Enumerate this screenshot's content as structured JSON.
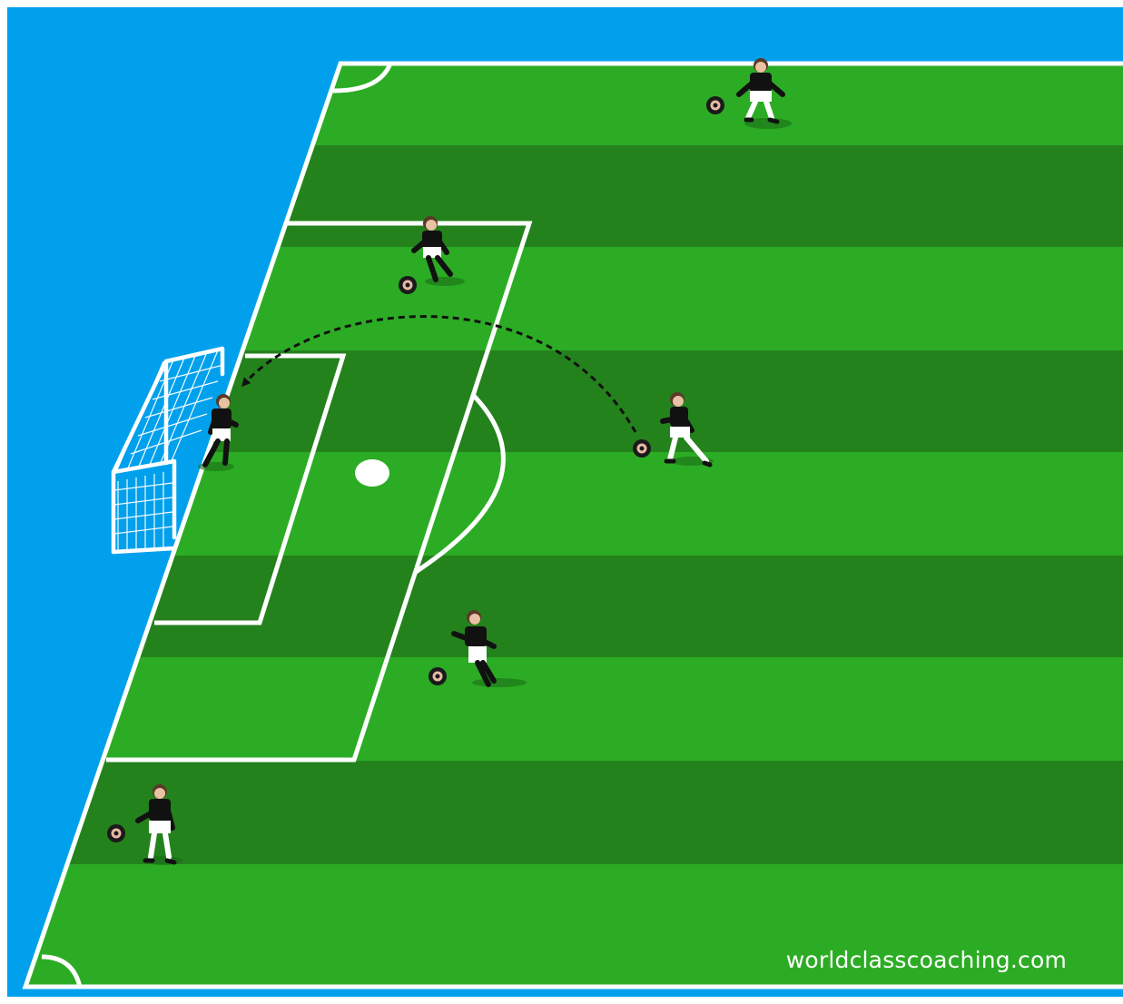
{
  "watermark": "worldclasscoaching.com",
  "colors": {
    "background": "#00a0ec",
    "pitch_light": "#2cac24",
    "pitch_dark": "#24821c",
    "lines": "#ffffff",
    "player_shirt": "#111111",
    "player_shorts": "#ffffff",
    "ball": "#111111",
    "pass_arrow": "#111111"
  },
  "icons": [
    "soccer-goal-icon",
    "player-icon",
    "soccer-ball-icon",
    "dashed-pass-arrow-icon"
  ],
  "players": [
    {
      "name": "player-top-right",
      "has_ball": true
    },
    {
      "name": "player-box-top",
      "has_ball": true
    },
    {
      "name": "goalkeeper",
      "has_ball": false
    },
    {
      "name": "player-passer",
      "has_ball": true
    },
    {
      "name": "player-bottom-middle",
      "has_ball": true
    },
    {
      "name": "player-bottom-left",
      "has_ball": true
    }
  ]
}
